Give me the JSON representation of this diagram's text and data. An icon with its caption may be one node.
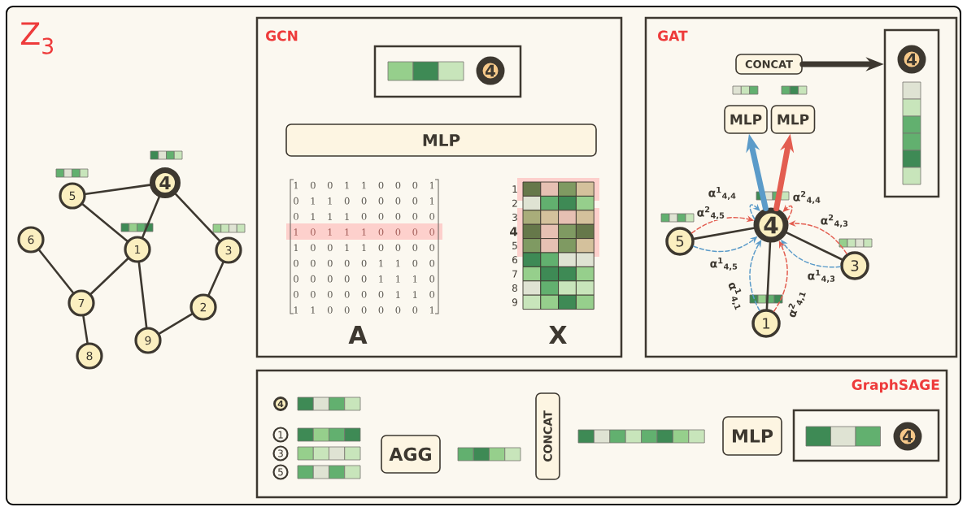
{
  "diagram": {
    "title": "Z$_{3}$",
    "nodes": [
      {
        "text": [
          "1"
        ]
      },
      {
        "text": [
          "2"
        ]
      },
      {
        "text": [
          "3"
        ]
      },
      {
        "text": [
          "4"
        ]
      },
      {
        "text": [
          "5"
        ]
      },
      {
        "text": [
          "6"
        ]
      },
      {
        "text": [
          "7"
        ]
      },
      {
        "text": [
          "8"
        ]
      },
      {
        "text": [
          "9"
        ]
      },
      {
        "text": [
          "GCN"
        ]
      },
      {
        "text": [],
        "shape": "box",
        "in": 9
      },
      {
        "text": [
          "4"
        ],
        "in": 10
      },
      {
        "text": [
          "MLP"
        ],
        "in": 9
      },
      {
        "text": [
          "GAT"
        ]
      },
      {
        "text": [
          "CONCAT"
        ],
        "in": 13
      },
      {
        "text": [],
        "shape": "box",
        "in": 13
      },
      {
        "text": [
          "4"
        ],
        "in": 15
      },
      {
        "text": [
          "MLP"
        ],
        "in": 13
      },
      {
        "text": [
          "MLP"
        ],
        "in": 13
      },
      {
        "text": [
          "4"
        ],
        "in": 13
      },
      {
        "text": [
          "5"
        ],
        "in": 13
      },
      {
        "text": [
          "3"
        ],
        "in": 13
      },
      {
        "text": [
          "1"
        ],
        "in": 13
      },
      {
        "text": [
          "GraphSAGE"
        ]
      },
      {
        "text": [
          "4"
        ],
        "in": 23
      },
      {
        "text": [
          "1"
        ],
        "in": 23
      },
      {
        "text": [
          "3"
        ],
        "in": 23
      },
      {
        "text": [
          "5"
        ],
        "in": 23
      },
      {
        "text": [
          "AGG"
        ],
        "in": 23
      },
      {
        "text": [
          "CONCAT"
        ],
        "in": 23
      },
      {
        "text": [
          "MLP"
        ],
        "in": 23
      },
      {
        "text": [],
        "shape": "box",
        "in": 23
      },
      {
        "text": [
          "4"
        ],
        "in": 31
      }
    ],
    "edges": [
      {
        "from": 3,
        "to": 4,
        "arrow": "none"
      },
      {
        "from": 4,
        "to": 0,
        "arrow": "none"
      },
      {
        "from": 3,
        "to": 0,
        "arrow": "none"
      },
      {
        "from": 3,
        "to": 2,
        "arrow": "none"
      },
      {
        "from": 5,
        "to": 6,
        "arrow": "none"
      },
      {
        "from": 6,
        "to": 0,
        "arrow": "none"
      },
      {
        "from": 6,
        "to": 7,
        "arrow": "none"
      },
      {
        "from": 0,
        "to": 8,
        "arrow": "none"
      },
      {
        "from": 8,
        "to": 1,
        "arrow": "none"
      },
      {
        "from": 1,
        "to": 2,
        "arrow": "none"
      },
      {
        "from": 20,
        "to": 19,
        "arrow": "none"
      },
      {
        "from": 21,
        "to": 19,
        "arrow": "none"
      },
      {
        "from": 22,
        "to": 19,
        "arrow": "none"
      },
      {
        "from": 20,
        "to": 19,
        "arrow": "to",
        "style": "dashed",
        "color": "#5b9bc9",
        "label": "α$^{1}$$_{4,5}$"
      },
      {
        "from": 20,
        "to": 19,
        "arrow": "to",
        "style": "dashed",
        "color": "#e35d50",
        "label": "α$^{2}$$_{4,5}$"
      },
      {
        "from": 19,
        "to": 19,
        "arrow": "to",
        "style": "dashed",
        "color": "#5b9bc9",
        "label": "α$^{1}$$_{4,4}$"
      },
      {
        "from": 19,
        "to": 19,
        "arrow": "to",
        "style": "dashed",
        "color": "#e35d50",
        "label": "α$^{2}$$_{4,4}$"
      },
      {
        "from": 21,
        "to": 19,
        "arrow": "to",
        "style": "dashed",
        "color": "#e35d50",
        "label": "α$^{2}$$_{4,3}$"
      },
      {
        "from": 21,
        "to": 19,
        "arrow": "to",
        "style": "dashed",
        "color": "#5b9bc9",
        "label": "α$^{1}$$_{4,3}$"
      },
      {
        "from": 22,
        "to": 19,
        "arrow": "to",
        "style": "dashed",
        "color": "#5b9bc9",
        "label": "α$^{1}$$_{4,1}$"
      },
      {
        "from": 22,
        "to": 19,
        "arrow": "to",
        "style": "dashed",
        "color": "#e35d50",
        "label": "α$^{2}$$_{4,1}$"
      },
      {
        "from": 19,
        "to": 17,
        "arrow": "to",
        "style": "thick",
        "color": "#5b9bc9"
      },
      {
        "from": 19,
        "to": 18,
        "arrow": "to",
        "style": "thick",
        "color": "#e35d50"
      },
      {
        "from": 14,
        "to": 15,
        "arrow": "to",
        "style": "thick"
      }
    ],
    "labels": [
      "1",
      "0",
      "0",
      "1",
      "1",
      "0",
      "0",
      "0",
      "1",
      "0",
      "1",
      "1",
      "0",
      "0",
      "0",
      "0",
      "0",
      "1",
      "0",
      "1",
      "1",
      "1",
      "0",
      "0",
      "0",
      "0",
      "0",
      "1",
      "0",
      "1",
      "1",
      "1",
      "0",
      "0",
      "0",
      "0",
      "1",
      "0",
      "0",
      "1",
      "1",
      "0",
      "0",
      "0",
      "0",
      "0",
      "0",
      "0",
      "0",
      "0",
      "1",
      "1",
      "0",
      "0",
      "0",
      "0",
      "0",
      "0",
      "0",
      "1",
      "1",
      "1",
      "0",
      "0",
      "0",
      "0",
      "0",
      "0",
      "0",
      "1",
      "1",
      "0",
      "1",
      "1",
      "0",
      "0",
      "0",
      "0",
      "0",
      "0",
      "1",
      "A",
      "1",
      "2",
      "3",
      "4",
      "5",
      "6",
      "7",
      "8",
      "9",
      "X"
    ]
  }
}
